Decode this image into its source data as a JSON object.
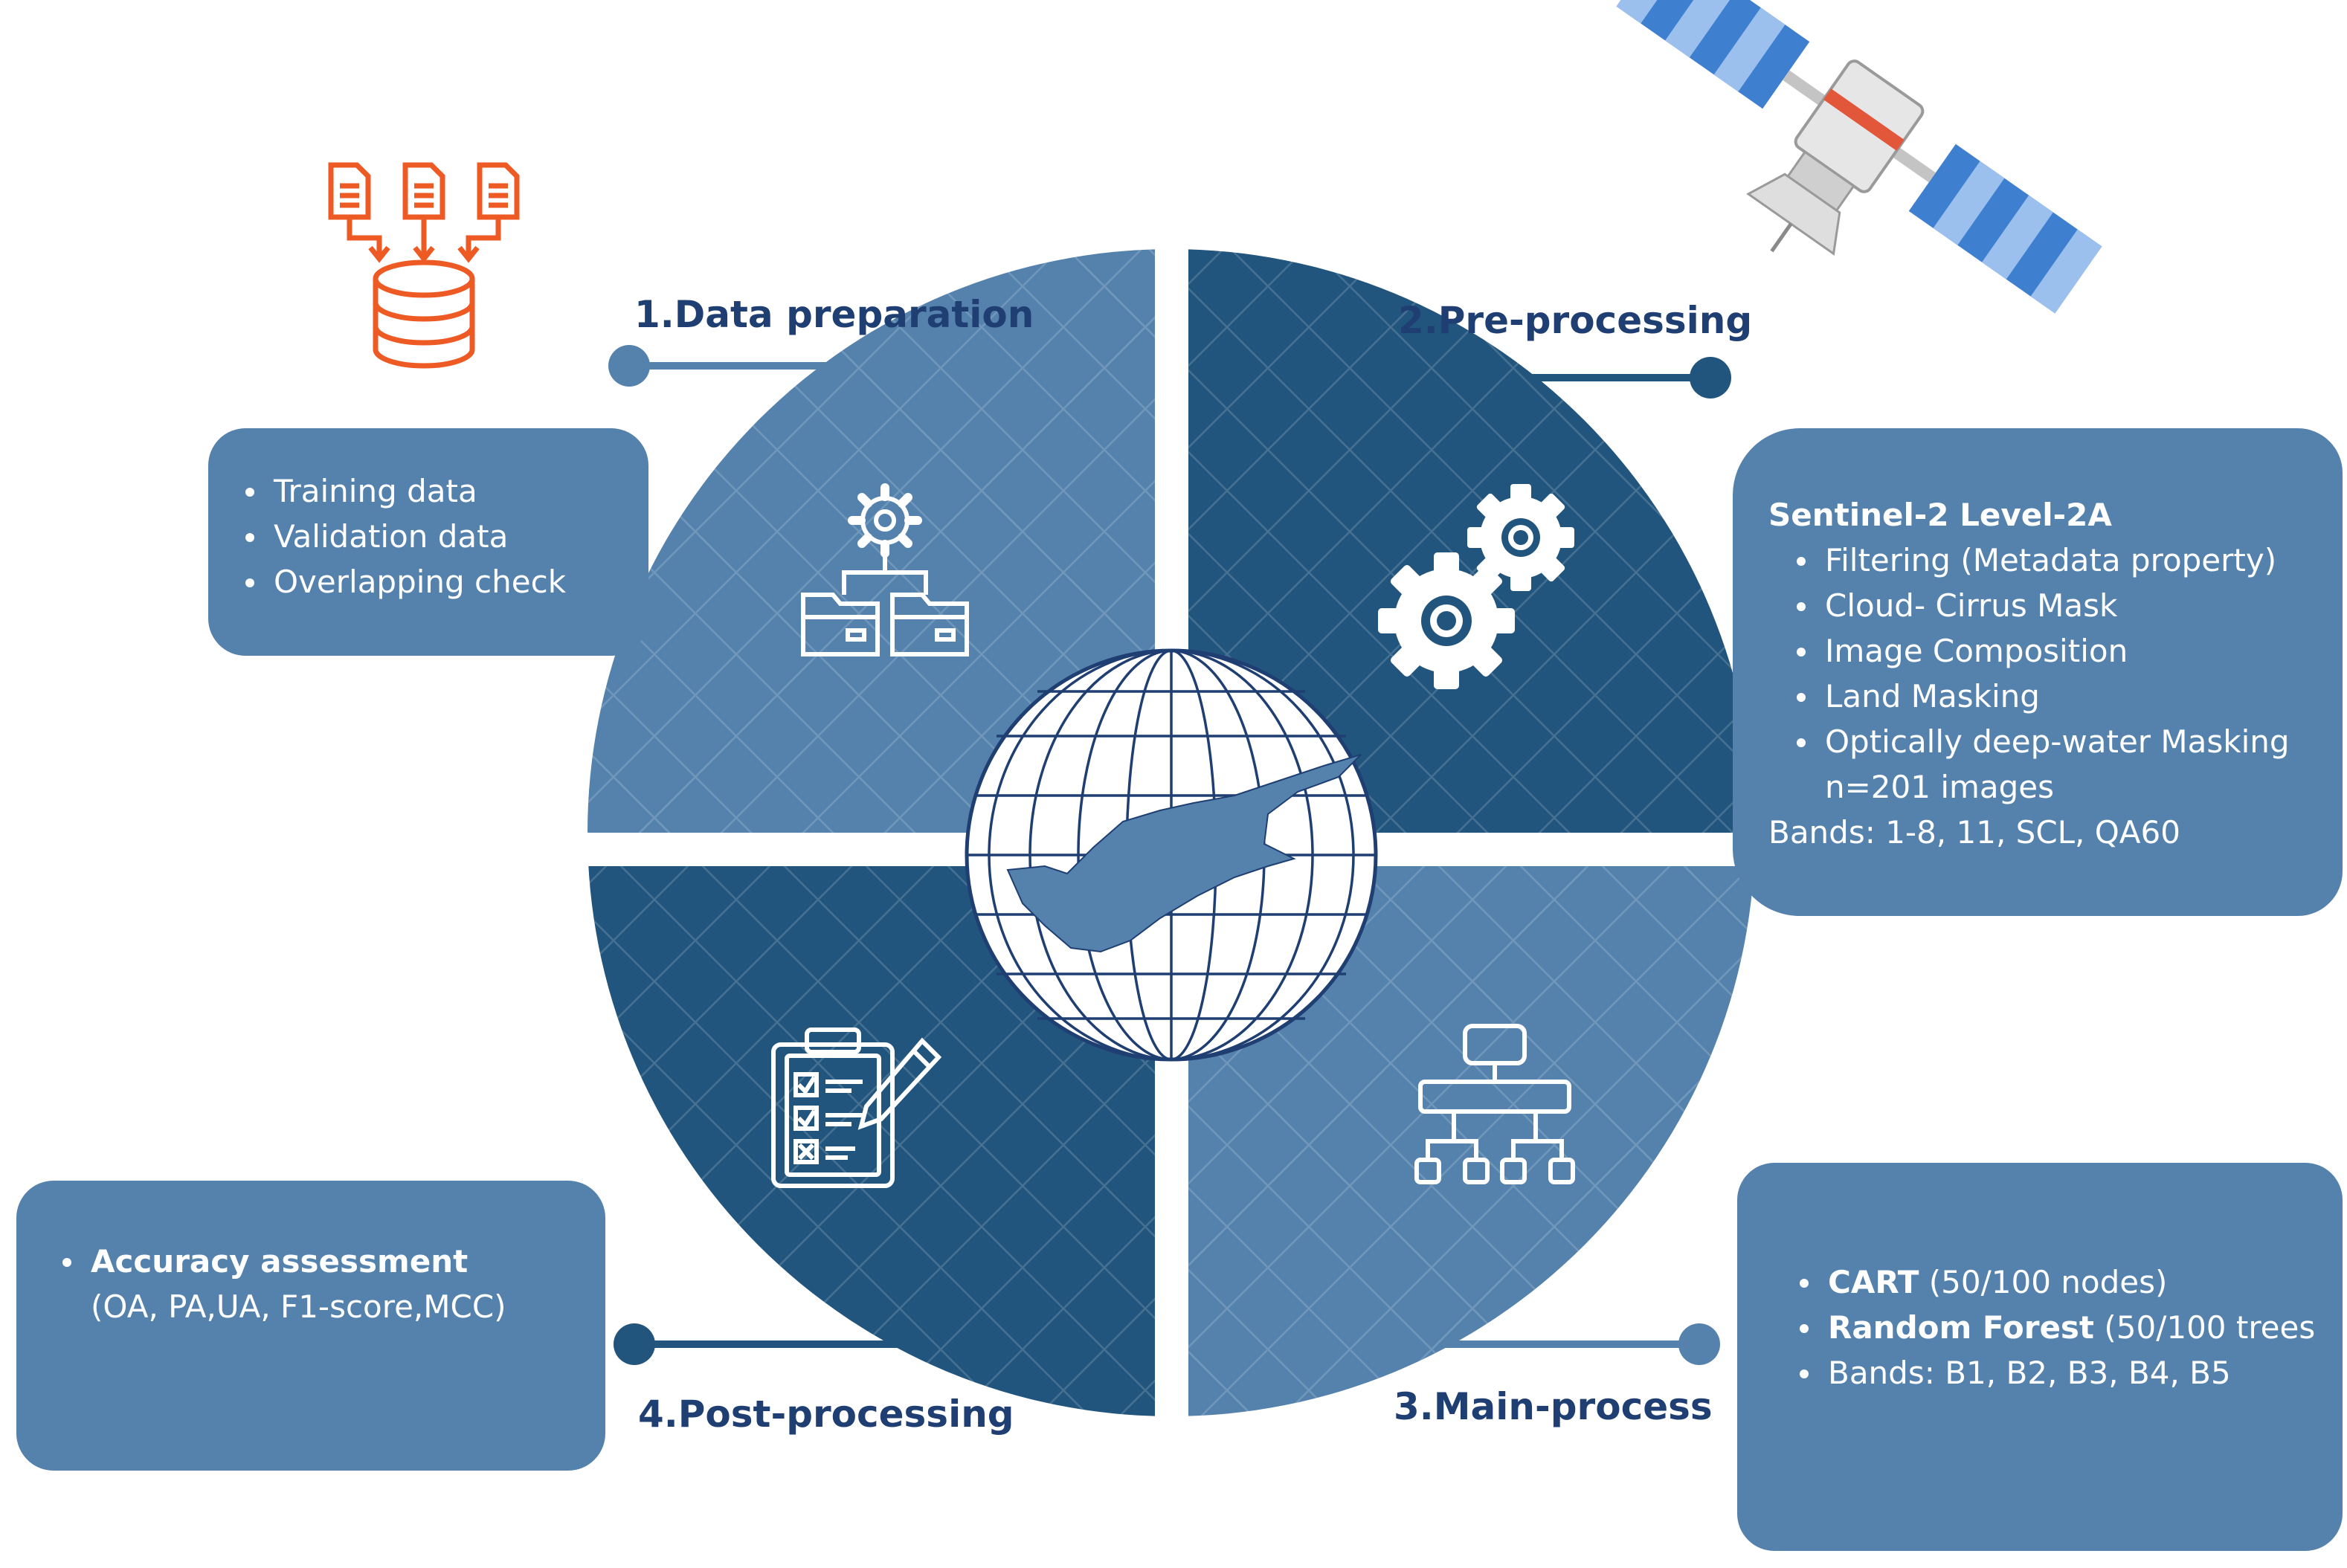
{
  "colors": {
    "light_blue": "#5582ad",
    "dark_blue": "#22557d",
    "navy": "#1f3f73",
    "orange": "#ee5a24",
    "white": "#ffffff"
  },
  "stages": [
    {
      "title": "1.Data preparation",
      "icon": "folder-hierarchy-gear-icon",
      "items": [
        "Training data",
        "Validation data",
        "Overlapping check"
      ]
    },
    {
      "title": "2.Pre-processing",
      "icon": "gears-icon",
      "heading": "Sentinel-2 Level-2A",
      "items": [
        "Filtering (Metadata property)",
        "Cloud- Cirrus Mask",
        "Image Composition",
        "Land Masking",
        "Optically deep-water Masking"
      ],
      "note": "n=201 images",
      "bands": "Bands: 1-8,  11, SCL, QA60"
    },
    {
      "title": "3.Main-process",
      "icon": "hierarchy-chart-icon",
      "items": [
        {
          "bold": "CART",
          "rest": " (50/100 nodes)"
        },
        {
          "bold": "Random Forest",
          "rest": " (50/100 trees"
        },
        {
          "bold": "",
          "rest": "Bands: B1, B2, B3, B4, B5"
        }
      ]
    },
    {
      "title": "4.Post-processing",
      "icon": "checklist-pencil-icon",
      "items": [
        {
          "bold": "Accuracy assessment",
          "rest": ""
        }
      ],
      "detail": "(OA, PA,UA, F1-score,MCC)"
    }
  ],
  "center_icon": "globe-cyprus-icon",
  "corner_icons": [
    "database-documents-icon",
    "satellite-icon"
  ]
}
